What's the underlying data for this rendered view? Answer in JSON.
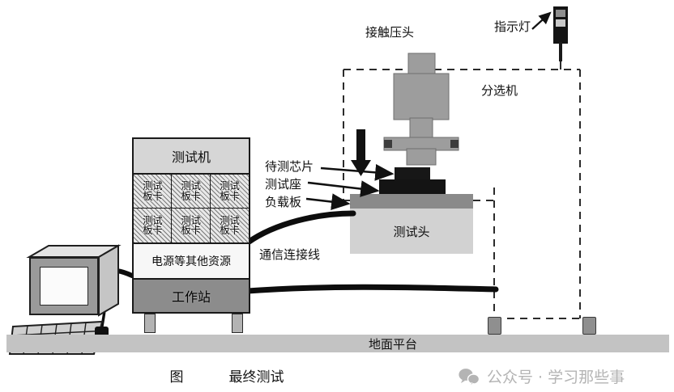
{
  "figure": {
    "caption_prefix": "图",
    "caption_title": "最终测试"
  },
  "tester": {
    "title": "测试机",
    "boards": [
      "测试板卡",
      "测试板卡",
      "测试板卡",
      "测试板卡",
      "测试板卡",
      "测试板卡"
    ],
    "board_line1": "测试",
    "board_line2": "板卡",
    "power_label": "电源等其他资源",
    "workstation_label": "工作站"
  },
  "handler": {
    "label": "分选机",
    "press_head_label": "接触压头",
    "indicator_light_label": "指示灯",
    "test_head_label": "测试头"
  },
  "callouts": {
    "dut": "待测芯片",
    "socket": "测试座",
    "load_board": "负载板",
    "cable": "通信连接线"
  },
  "ground": {
    "label": "地面平台"
  },
  "watermark": {
    "icon": "wechat-icon",
    "text": "公众号 · 学习那些事"
  },
  "colors": {
    "ground": "#c3c3c3",
    "workstation": "#8c8c8c",
    "load_board": "#8a8a8a",
    "socket": "#141414",
    "test_head": "#d2d2d2",
    "press_head": "#9d9d9d",
    "watermark": "#b4b4b4"
  }
}
